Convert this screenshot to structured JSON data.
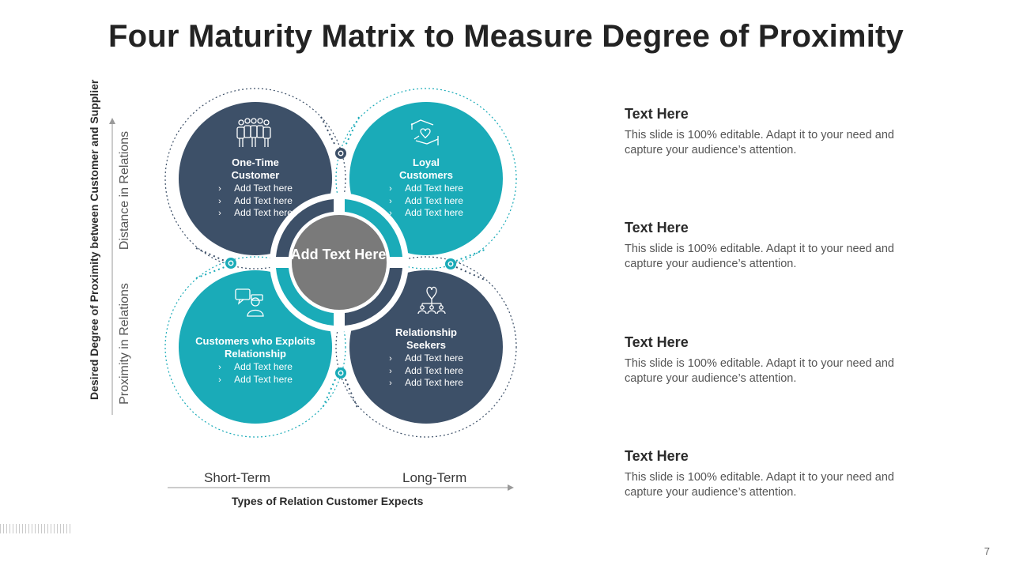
{
  "title": "Four Maturity Matrix to Measure Degree of Proximity",
  "diagram": {
    "center_label": "Add Text Here",
    "quadrants": [
      {
        "title": "One-Time Customer",
        "icon": "group-icon",
        "bullets": [
          "Add Text here",
          "Add Text here",
          "Add Text here"
        ]
      },
      {
        "title": "Loyal Customers",
        "icon": "handshake-heart-icon",
        "bullets": [
          "Add Text here",
          "Add Text here",
          "Add Text here"
        ]
      },
      {
        "title": "Customers who Exploits Relationship",
        "icon": "person-speech-icon",
        "bullets": [
          "Add Text here",
          "Add Text here"
        ]
      },
      {
        "title": "Relationship Seekers",
        "icon": "heart-network-icon",
        "bullets": [
          "Add Text here",
          "Add Text here",
          "Add Text here"
        ]
      }
    ],
    "y_axis": {
      "title": "Desired Degree of Proximity between Customer and Supplier",
      "low_label": "Proximity in Relations",
      "high_label": "Distance in Relations"
    },
    "x_axis": {
      "title": "Types of Relation Customer Expects",
      "low_label": "Short-Term",
      "high_label": "Long-Term"
    },
    "colors": {
      "navy": "#3d5068",
      "teal": "#1aabb8",
      "center": "#7a7a7a"
    }
  },
  "side_items": [
    {
      "heading": "Text Here",
      "body": "This slide is 100% editable. Adapt it to your need and capture your audience’s attention."
    },
    {
      "heading": "Text Here",
      "body": "This slide is 100% editable. Adapt it to your need and capture your audience’s attention."
    },
    {
      "heading": "Text Here",
      "body": "This slide is 100% editable. Adapt it to your need and capture your audience’s attention."
    },
    {
      "heading": "Text Here",
      "body": "This slide is 100% editable. Adapt it to your need and capture your audience’s attention."
    }
  ],
  "page_number": "7"
}
